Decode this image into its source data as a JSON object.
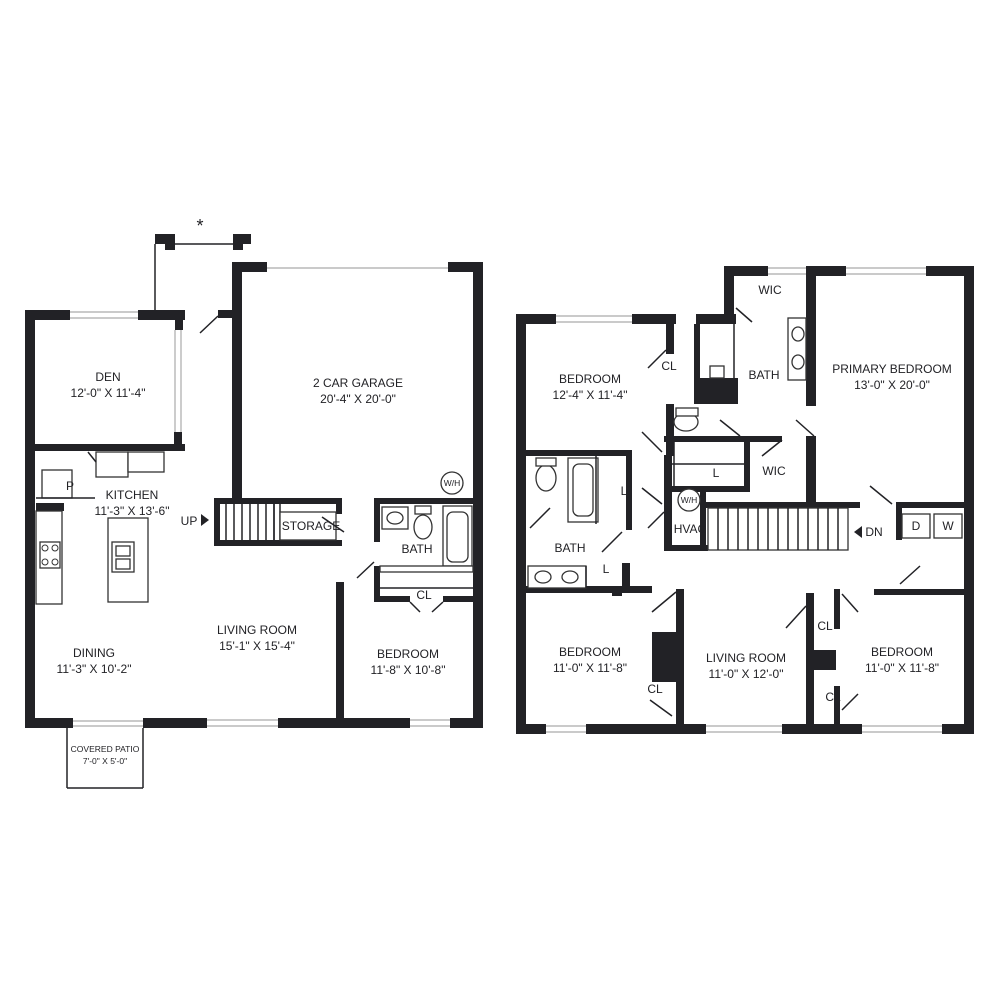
{
  "first_floor": {
    "den": {
      "name": "DEN",
      "dims": "12'-0\" X 11'-4\""
    },
    "garage": {
      "name": "2 CAR GARAGE",
      "dims": "20'-4\" X 20'-0\""
    },
    "water_heater": "W/H",
    "kitchen": {
      "name": "KITCHEN",
      "dims": "11'-3\" X 13'-6\""
    },
    "pantry": "P",
    "stairs_up": "UP",
    "storage": "STORAGE",
    "bath": "BATH",
    "closet": "CL",
    "dining": {
      "name": "DINING",
      "dims": "11'-3\" X 10'-2\""
    },
    "living_room": {
      "name": "LIVING ROOM",
      "dims": "15'-1\" X 15'-4\""
    },
    "bedroom": {
      "name": "BEDROOM",
      "dims": "11'-8\" X 10'-8\""
    },
    "patio": {
      "name": "COVERED PATIO",
      "dims": "7'-0\" X 5'-0\""
    },
    "entry_marker": "*"
  },
  "second_floor": {
    "bedroom_nw": {
      "name": "BEDROOM",
      "dims": "12'-4\" X 11'-4\""
    },
    "closet": "CL",
    "wic": "WIC",
    "bath": "BATH",
    "primary_bedroom": {
      "name": "PRIMARY BEDROOM",
      "dims": "13'-0\" X 20'-0\""
    },
    "linen": "L",
    "water_heater": "W/H",
    "hvac": "HVAC",
    "stairs_down": "DN",
    "dryer": "D",
    "washer": "W",
    "bedroom_sw": {
      "name": "BEDROOM",
      "dims": "11'-0\" X 11'-8\""
    },
    "living_room": {
      "name": "LIVING ROOM",
      "dims": "11'-0\" X 12'-0\""
    },
    "bedroom_se": {
      "name": "BEDROOM",
      "dims": "11'-0\" X 11'-8\""
    }
  }
}
